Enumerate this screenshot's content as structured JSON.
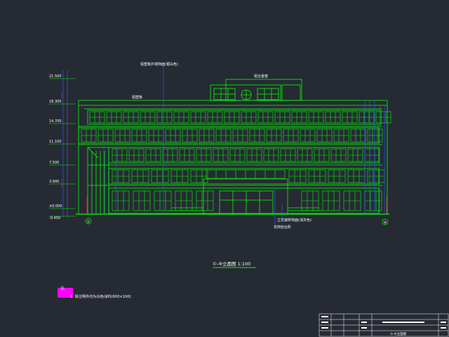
{
  "drawing": {
    "title": "①-⑩立面图 1:100",
    "grid_left": "①",
    "grid_right": "⑩",
    "leader_top": "铝塑板外墙饰面(银白色)",
    "leader_top2": "铝塑板",
    "leader_roof": "铝合金窗",
    "leader_bottom1": "立式瓷砖饰面(浅灰色)",
    "leader_bottom2": "花岗岩台阶",
    "notes_heading": "注:",
    "note_1": "1. 除注明外均为白色涂料(600×100)"
  },
  "elevations": [
    "21.500",
    "18.300",
    "14.700",
    "11.100",
    "7.500",
    "3.900",
    "±0.000",
    "-0.450"
  ],
  "title_block": {
    "drawing_name": "①-⑩立面图"
  },
  "colors": {
    "background": "#262a33",
    "building": "#00ff00",
    "dimension": "#2f58ff",
    "text": "#ffffff",
    "accent": "#ff00ff",
    "red": "#ff2020"
  }
}
